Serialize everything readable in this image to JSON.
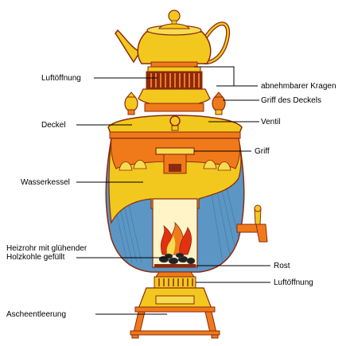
{
  "diagram": {
    "labels": {
      "luftoeffnung_top": "Luftöffnung",
      "deckel": "Deckel",
      "wasserkessel": "Wasserkessel",
      "heizrohr_line1": "Heizrohr mit glühender",
      "heizrohr_line2": "Holzkohle gefüllt",
      "ascheentleerung": "Ascheentleerung",
      "kragen": "abnehmbarer Kragen",
      "griff_deckel": "Griff des Deckels",
      "ventil": "Ventil",
      "griff": "Griff",
      "rost": "Rost",
      "luftoeffnung_bottom": "Luftöffnung"
    },
    "colors": {
      "yellow": "#f2c81e",
      "yellow_light": "#f8dc50",
      "orange": "#f07a1a",
      "red_brown": "#8a2a10",
      "blue": "#5b96c4",
      "cream": "#fff4c8",
      "fire_red": "#e23010",
      "line": "#000000"
    }
  }
}
